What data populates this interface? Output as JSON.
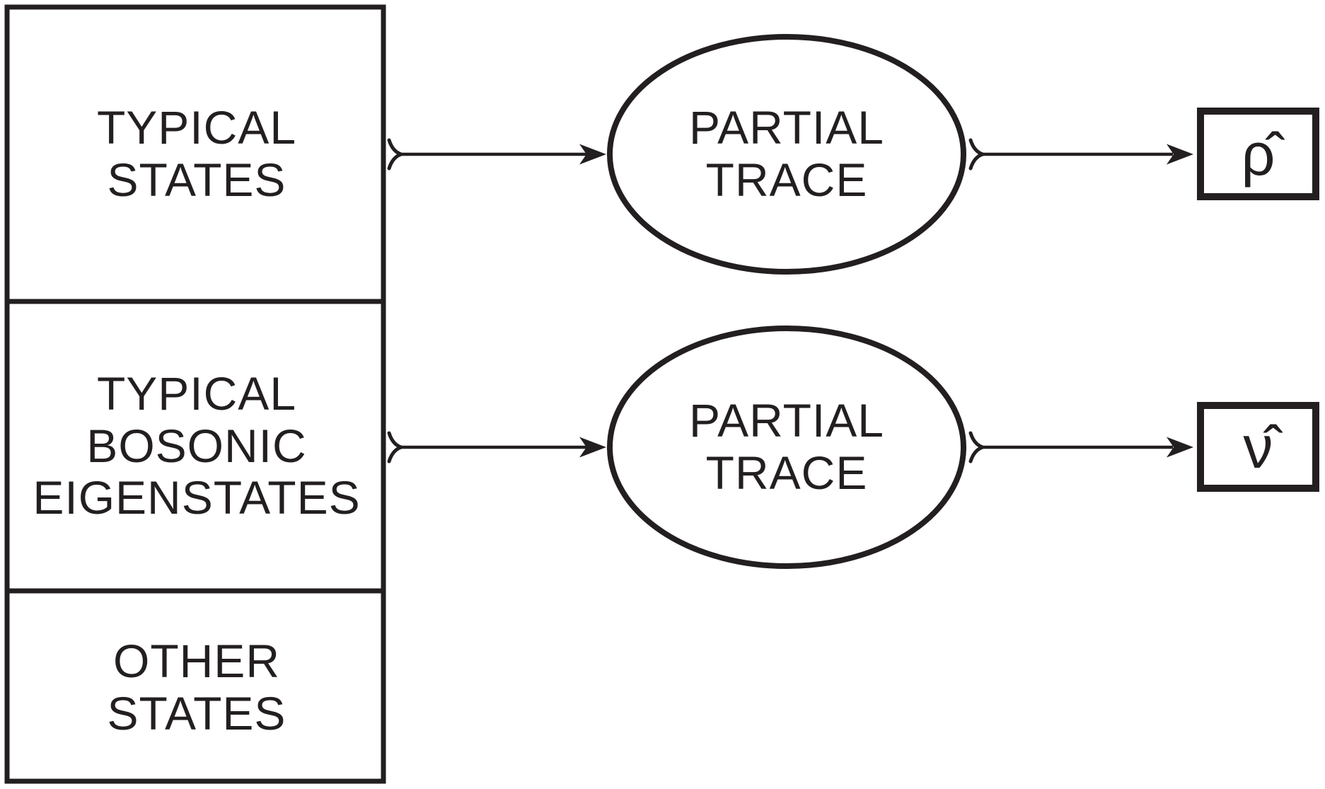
{
  "figure": {
    "background_color": "#ffffff",
    "ink_color": "#231f20",
    "stack": {
      "sections": [
        {
          "label": "TYPICAL\nSTATES"
        },
        {
          "label": "TYPICAL\nBOSONIC\nEIGENSTATES"
        },
        {
          "label": "OTHER\nSTATES"
        }
      ]
    },
    "processes": [
      {
        "label": "PARTIAL\nTRACE"
      },
      {
        "label": "PARTIAL\nTRACE"
      }
    ],
    "outputs": [
      {
        "symbol": "ρ̂"
      },
      {
        "symbol": "ν̂"
      }
    ],
    "connections": [
      {
        "from": "TYPICAL STATES",
        "to": "PARTIAL TRACE (top)"
      },
      {
        "from": "PARTIAL TRACE (top)",
        "to": "ρ̂"
      },
      {
        "from": "TYPICAL BOSONIC EIGENSTATES",
        "to": "PARTIAL TRACE (bottom)"
      },
      {
        "from": "PARTIAL TRACE (bottom)",
        "to": "ν̂"
      }
    ]
  }
}
